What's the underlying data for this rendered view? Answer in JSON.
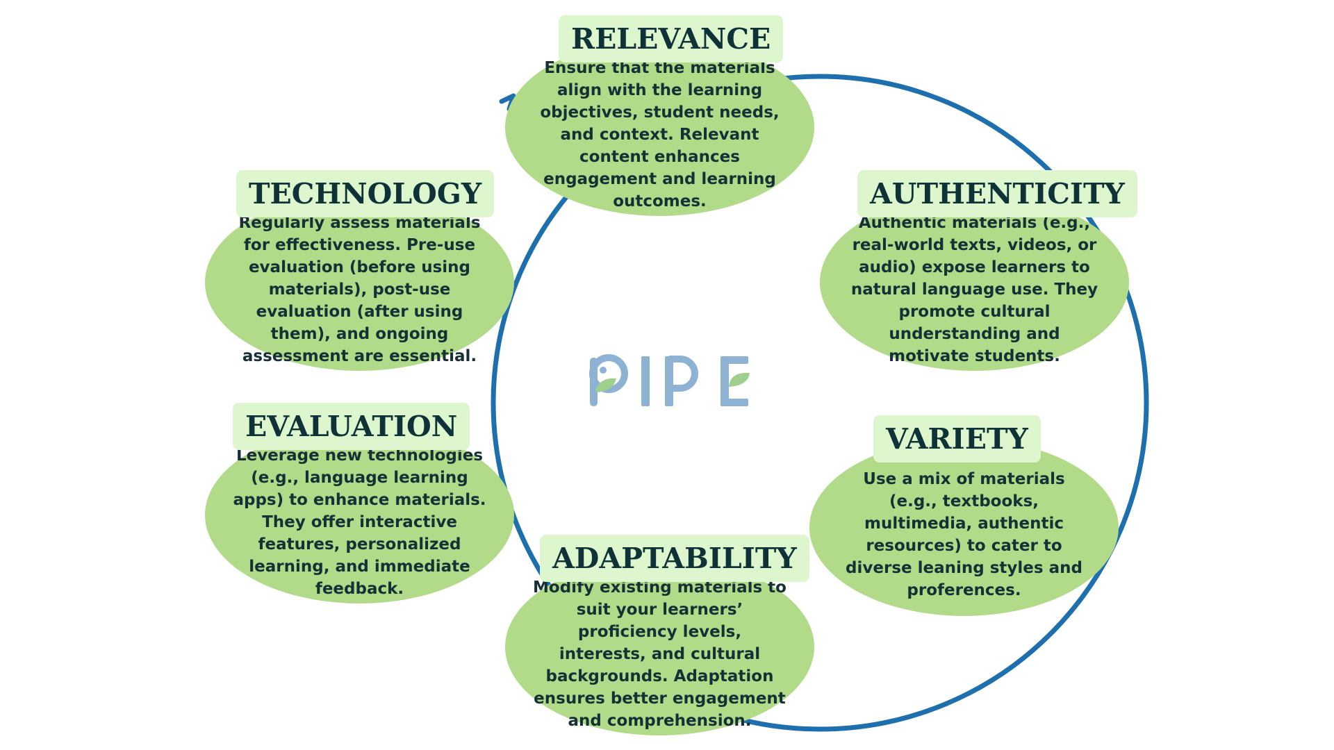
{
  "logo": {
    "text": "PIPE",
    "colors": {
      "blue": "#8eb2d4",
      "green": "#9fcf8c"
    }
  },
  "colors": {
    "ring": "#1e6fae",
    "card": "#b1da89",
    "label_bg": "#ddf6cd",
    "heading_text": "#0f3238",
    "body_text": "#173036"
  },
  "nodes": {
    "relevance": {
      "title": "RELEVANCE",
      "text": "Ensure that the materials align with the learning objectives, student needs, and context. Relevant content enhances engagement and learning outcomes."
    },
    "authenticity": {
      "title": "AUTHENTICITY",
      "text": "Authentic materials (e.g., real-world texts, videos, or audio) expose learners to natural language use. They promote cultural understanding and motivate students."
    },
    "variety": {
      "title": "VARIETY",
      "text": "Use a mix of materials (e.g., textbooks, multimedia, authentic resources) to cater to diverse leaning styles and proferences."
    },
    "adaptability": {
      "title": "ADAPTABILITY",
      "text": "Modify existing materials to suit your learners’ proficiency levels, interests, and cultural backgrounds. Adaptation ensures better engagement and comprehension."
    },
    "evaluation": {
      "title": "EVALUATION",
      "text": "Leverage new technologies (e.g., language learning apps) to enhance materials. They offer interactive features, personalized learning, and immediate feedback."
    },
    "technology": {
      "title": "TECHNOLOGY",
      "text": "Regularly assess materials for effectiveness. Pre-use evaluation (before using materials), post-use evaluation (after using them), and ongoing assessment are essential."
    }
  }
}
